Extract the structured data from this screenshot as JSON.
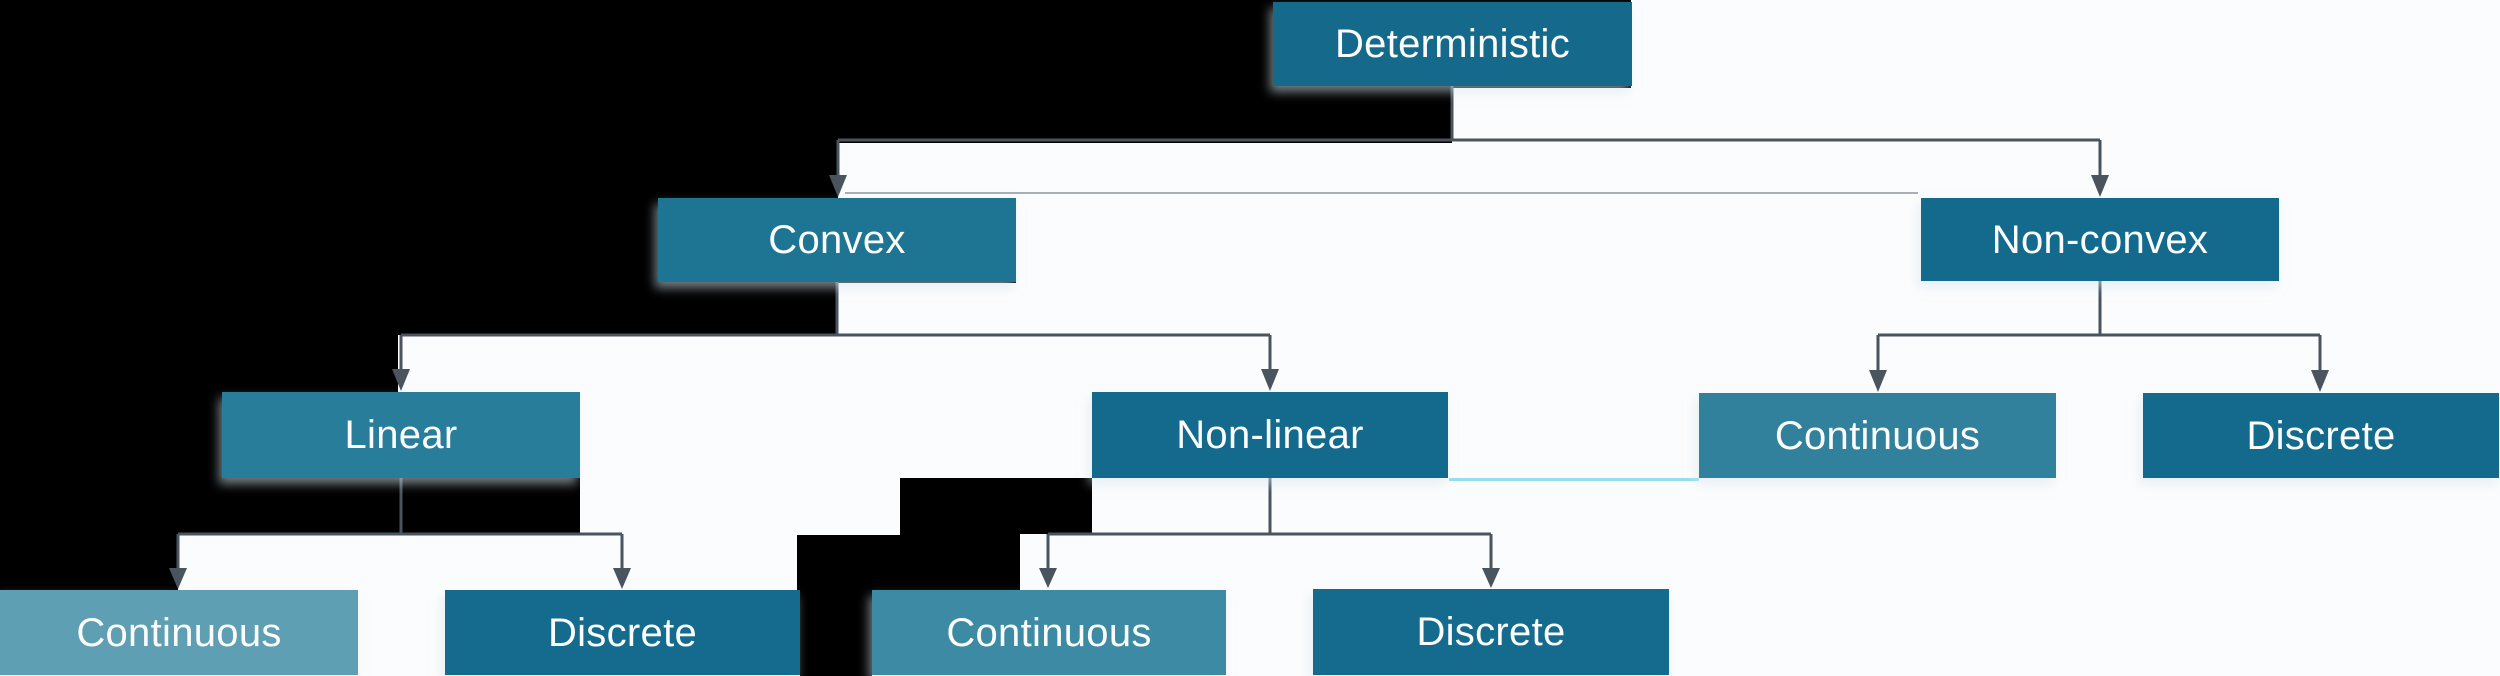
{
  "diagram": {
    "type": "tree-flowchart",
    "root": "Deterministic",
    "levels": 4
  },
  "colors": {
    "background": "#000000",
    "band": "#fbfcfd",
    "connector": "#4a545e",
    "label_text": "#fbfcfc",
    "artifact_gray_line": "#99a1a8",
    "artifact_cyan_line": "#7fd4e6"
  },
  "nodes": [
    {
      "id": "deterministic",
      "label": "Deterministic",
      "color": "#156a8c",
      "parent": null,
      "children": [
        "convex",
        "non-convex"
      ]
    },
    {
      "id": "convex",
      "label": "Convex",
      "color": "#1d7493",
      "parent": "deterministic",
      "children": [
        "linear",
        "non-linear"
      ]
    },
    {
      "id": "non-convex",
      "label": "Non-convex",
      "color": "#136a8d",
      "parent": "deterministic",
      "children": [
        "nc-continuous",
        "nc-discrete"
      ]
    },
    {
      "id": "linear",
      "label": "Linear",
      "color": "#287d9b",
      "parent": "convex",
      "children": [
        "lin-continuous",
        "lin-discrete"
      ]
    },
    {
      "id": "non-linear",
      "label": "Non-linear",
      "color": "#136a8d",
      "parent": "convex",
      "children": [
        "nl-continuous",
        "nl-discrete"
      ]
    },
    {
      "id": "nc-continuous",
      "label": "Continuous",
      "color": "#31809c",
      "parent": "non-convex",
      "children": []
    },
    {
      "id": "nc-discrete",
      "label": "Discrete",
      "color": "#136a8d",
      "parent": "non-convex",
      "children": []
    },
    {
      "id": "lin-continuous",
      "label": "Continuous",
      "color": "#5f9fb4",
      "parent": "linear",
      "children": []
    },
    {
      "id": "lin-discrete",
      "label": "Discrete",
      "color": "#146b8e",
      "parent": "linear",
      "children": []
    },
    {
      "id": "nl-continuous",
      "label": "Continuous",
      "color": "#3d8aa4",
      "parent": "non-linear",
      "children": []
    },
    {
      "id": "nl-discrete",
      "label": "Discrete",
      "color": "#146b8e",
      "parent": "non-linear",
      "children": []
    }
  ]
}
